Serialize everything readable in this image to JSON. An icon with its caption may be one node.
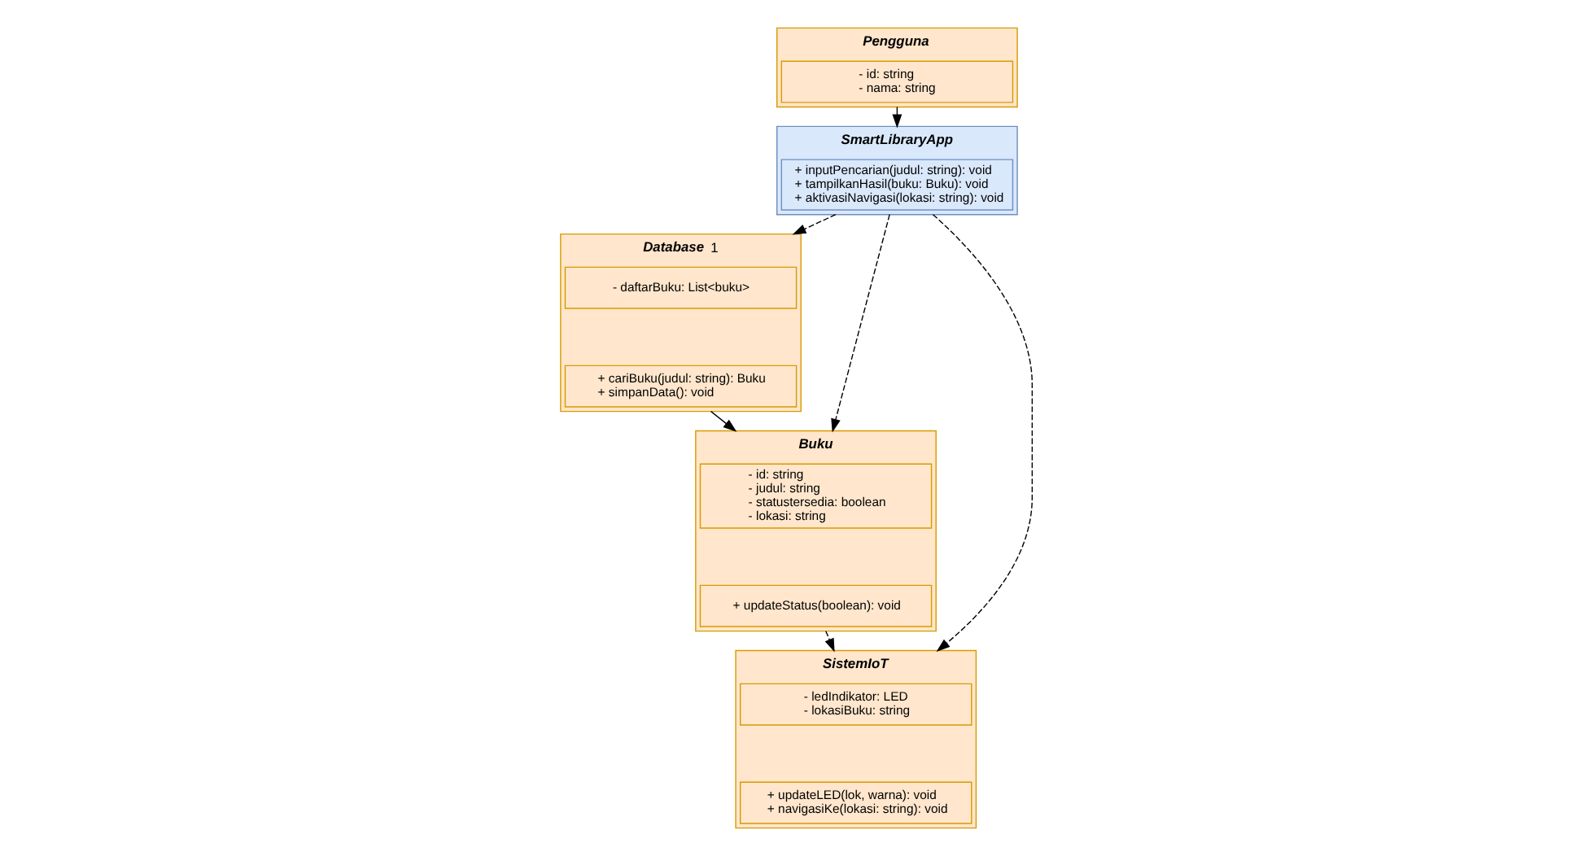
{
  "diagram": {
    "nodes": [
      {
        "text": [
          "SmartLibraryApp"
        ]
      },
      {
        "text": [
          "+ inputPencarian(judul: string): void",
          "+ tampilkanHasil(buku: Buku): void",
          "+ aktivasiNavigasi(lokasi: string): void"
        ],
        "in": 0
      },
      {
        "text": [
          "Buku"
        ]
      },
      {
        "text": [
          "- id: string",
          "- judul: string",
          "- statustersedia: boolean",
          "- lokasi: string"
        ],
        "in": 2
      },
      {
        "text": [
          "+ updateStatus(boolean): void"
        ],
        "in": 2
      },
      {
        "text": [
          "Pengguna"
        ]
      },
      {
        "text": [
          "- id: string",
          "- nama: string"
        ],
        "in": 5
      },
      {
        "text": [
          "Database"
        ],
        "beside": [
          "1"
        ]
      },
      {
        "text": [
          "- daftarBuku: List<buku>"
        ],
        "in": 7
      },
      {
        "text": [
          "+ cariBuku(judul: string): Buku",
          "+ simpanData(): void"
        ],
        "in": 7
      },
      {
        "text": [
          "SistemIoT"
        ]
      },
      {
        "text": [
          "- ledIndikator: LED",
          "- lokasiBuku: string"
        ],
        "in": 10
      },
      {
        "text": [
          "+ updateLED(lok, warna): void",
          "+ navigasiKe(lokasi: string): void"
        ],
        "in": 10
      }
    ],
    "edges": [
      {
        "from": 5,
        "to": 0,
        "arrow": "to"
      },
      {
        "from": 0,
        "to": 2,
        "arrow": "to",
        "style": "dashed"
      },
      {
        "from": 0,
        "to": 7,
        "arrow": "to",
        "style": "dashed"
      },
      {
        "from": 7,
        "to": 2,
        "arrow": "to"
      },
      {
        "from": 2,
        "to": 10,
        "arrow": "to",
        "style": "dashed"
      },
      {
        "from": 0,
        "to": 10,
        "arrow": "to",
        "style": "dashed"
      }
    ]
  }
}
